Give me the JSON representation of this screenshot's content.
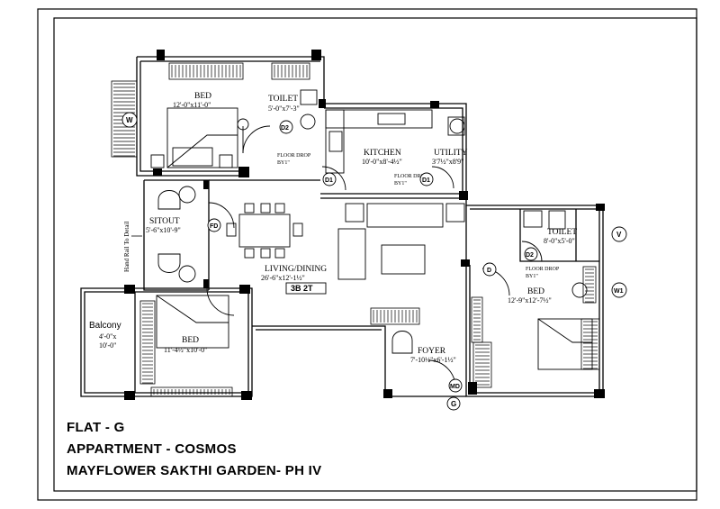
{
  "plan": {
    "rooms": {
      "bed_top": {
        "name": "BED",
        "size": "12'-0\"x11'-0\""
      },
      "toilet_top": {
        "name": "TOILET",
        "size": "5'-0\"x7'-3\""
      },
      "kitchen": {
        "name": "KITCHEN",
        "size": "10'-0\"x8'-4½\""
      },
      "utility": {
        "name": "UTILITY",
        "size": "3'7½\"x8'9\""
      },
      "sitout": {
        "name": "SITOUT",
        "size": "5'-6\"x10'-9\""
      },
      "living": {
        "name": "LIVING/DINING",
        "size": "26'-6\"x12'-1½\""
      },
      "bed_left": {
        "name": "BED",
        "size": "11'-4½\"x10'-0\""
      },
      "balcony": {
        "name": "Balcony",
        "size_line1": "4'-0\"x",
        "size_line2": "10'-0\""
      },
      "foyer": {
        "name": "FOYER",
        "size": "7'-10½\"x6'-1½\""
      },
      "bed_right": {
        "name": "BED",
        "size": "12'-9\"x12'-7½\""
      },
      "toilet_right": {
        "name": "TOILET",
        "size": "8'-0\"x5'-0\""
      }
    },
    "floor_drops": {
      "toilet_top": [
        "FLOOR DROP",
        "BY1\""
      ],
      "kitchen": [
        "FLOOR DROP",
        "BY1\""
      ],
      "toilet_right": [
        "FLOOR DROP",
        "BY1\""
      ]
    },
    "door_tags": {
      "d2_top": "D2",
      "d1_kitchen": "D1",
      "d1_utility": "D1",
      "fd": "FD",
      "d_right": "D",
      "d2_right": "D2",
      "md": "MD"
    },
    "circle_tags": {
      "w_left": "W",
      "v": "V",
      "w1": "W1",
      "g": "G"
    },
    "unit_type": "3B 2T",
    "hand_rail": "Hand Rail To Detail"
  },
  "caption": {
    "flat": "FLAT - G",
    "apartment": "APPARTMENT - COSMOS",
    "project": "MAYFLOWER SAKTHI GARDEN- PH IV"
  }
}
